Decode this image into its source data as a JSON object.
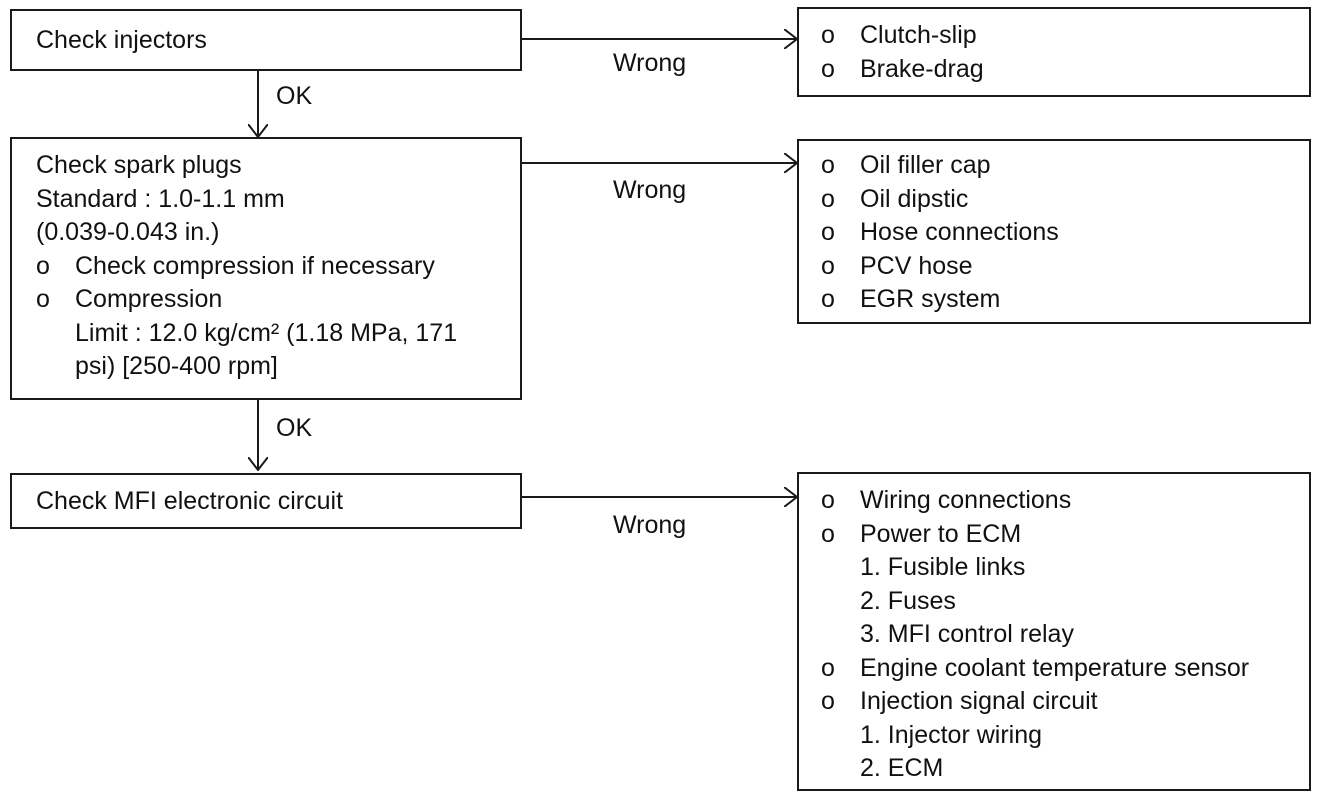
{
  "left_boxes": {
    "injectors": {
      "title": "Check injectors"
    },
    "spark": {
      "lines": [
        {
          "text": "Check spark plugs"
        },
        {
          "text": "Standard : 1.0-1.1 mm"
        },
        {
          "text": "(0.039-0.043 in.)"
        },
        {
          "bullet": "o",
          "text": "Check compression if necessary"
        },
        {
          "bullet": "o",
          "text": "Compression"
        },
        {
          "text": "Limit : 12.0 kg/cm² (1.18 MPa, 171"
        },
        {
          "text": "psi) [250-400 rpm]"
        }
      ]
    },
    "mfi": {
      "title": "Check MFI electronic circuit"
    }
  },
  "edge_labels": {
    "ok1": "OK",
    "ok2": "OK",
    "wrong1": "Wrong",
    "wrong2": "Wrong",
    "wrong3": "Wrong"
  },
  "right_boxes": {
    "box1": [
      {
        "bullet": "o",
        "text": "Clutch-slip"
      },
      {
        "bullet": "o",
        "text": "Brake-drag"
      }
    ],
    "box2": [
      {
        "bullet": "o",
        "text": "Oil filler cap"
      },
      {
        "bullet": "o",
        "text": "Oil dipstic"
      },
      {
        "bullet": "o",
        "text": "Hose connections"
      },
      {
        "bullet": "o",
        "text": "PCV hose"
      },
      {
        "bullet": "o",
        "text": "EGR system"
      }
    ],
    "box3": [
      {
        "bullet": "o",
        "text": "Wiring connections"
      },
      {
        "bullet": "o",
        "text": "Power to ECM"
      },
      {
        "text": "1. Fusible links"
      },
      {
        "text": "2. Fuses"
      },
      {
        "text": "3. MFI control relay"
      },
      {
        "bullet": "o",
        "text": "Engine coolant temperature sensor"
      },
      {
        "bullet": "o",
        "text": "Injection signal circuit"
      },
      {
        "text": "1. Injector wiring"
      },
      {
        "text": "2. ECM"
      }
    ]
  }
}
